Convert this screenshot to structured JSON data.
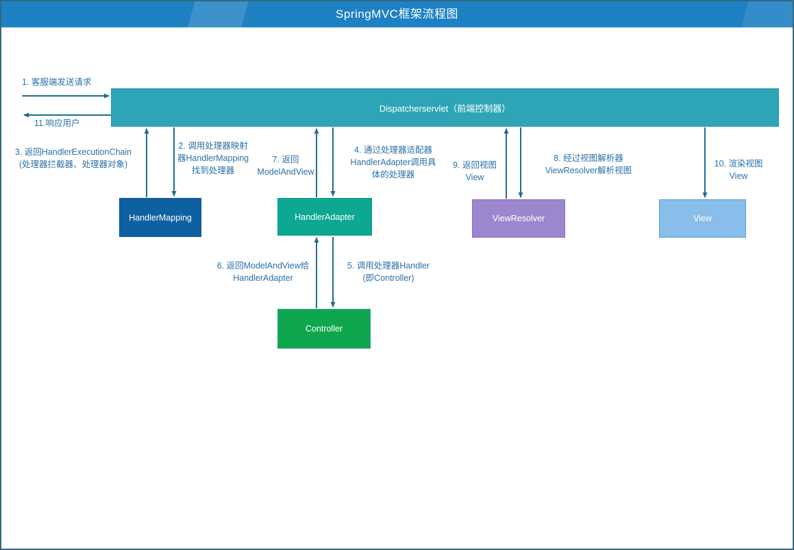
{
  "header": {
    "title": "SpringMVC框架流程图",
    "bar_color": "#1e81c4"
  },
  "nodes": {
    "dispatcher": {
      "label": "Dispatcherservlet（前端控制器）",
      "fill": "#2ea5b7"
    },
    "handler_mapping": {
      "label": "HandlerMapping",
      "fill": "#0f60a1"
    },
    "handler_adapter": {
      "label": "HandlerAdapter",
      "fill": "#0ca892"
    },
    "view_resolver": {
      "label": "ViewResolver",
      "fill": "#9c86ce"
    },
    "view": {
      "label": "View",
      "fill": "#89bdea"
    },
    "controller": {
      "label": "Controller",
      "fill": "#0fa74e"
    }
  },
  "steps": {
    "s1": "1. 客服端发送请求",
    "s2": "2. 调用处理器映射\n器HandlerMapping\n找到处理器",
    "s3": "3. 返回HandlerExecutionChain\n(处理器拦截器、处理器对象)",
    "s4": "4. 通过处理器适配器\nHandlerAdapter调用具\n体的处理器",
    "s5": "5. 调用处理器Handler\n(即Controller)",
    "s6": "6. 返回ModelAndView给\nHandlerAdapter",
    "s7": "7. 返回\nModelAndView",
    "s8": "8. 经过视图解析器\nViewResolver解析视图",
    "s9": "9. 返回视图\nView",
    "s10": "10. 渲染视图\nView",
    "s11": "11.响应用户"
  },
  "colors": {
    "connector": "#1d6e90",
    "label_text": "#2b70a9",
    "page_border": "#33687f"
  }
}
